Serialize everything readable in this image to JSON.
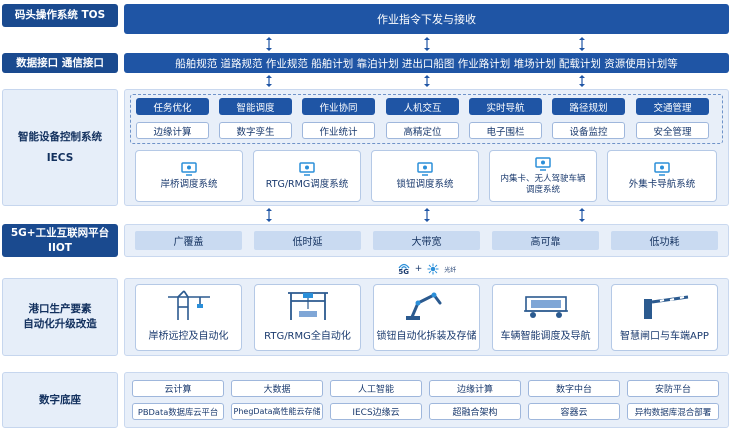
{
  "layers": {
    "tos": {
      "label": "码头操作系统 TOS",
      "band": "作业指令下发与接收"
    },
    "data_interface": {
      "label": "数据接口 通信接口",
      "band": "船舶规范 道路规范 作业规范 船舶计划 靠泊计划 进出口船图 作业路计划 堆场计划 配载计划 资源使用计划等"
    },
    "iecs": {
      "label_line1": "智能设备控制系统",
      "label_line2": "IECS",
      "functions_row1": [
        "任务优化",
        "智能调度",
        "作业协同",
        "人机交互",
        "实时导航",
        "路径规划",
        "交通管理"
      ],
      "functions_row2": [
        "边缘计算",
        "数字孪生",
        "作业统计",
        "高精定位",
        "电子围栏",
        "设备监控",
        "安全管理"
      ],
      "systems": [
        "岸桥调度系统",
        "RTG/RMG调度系统",
        "锁钮调度系统",
        "内集卡、无人驾驶车辆调度系统",
        "外集卡导航系统"
      ]
    },
    "iiot": {
      "label_line1": "5G+工业互联网平台",
      "label_line2": "IIOT",
      "features": [
        "广覆盖",
        "低时延",
        "大带宽",
        "高可靠",
        "低功耗"
      ],
      "link_5g": "5G",
      "link_plus": "+",
      "link_fiber": "光纤"
    },
    "upgrade": {
      "label_line1": "港口生产要素",
      "label_line2": "自动化升级改造",
      "items": [
        "岸桥远控及自动化",
        "RTG/RMG全自动化",
        "锁钮自动化拆装及存储",
        "车辆智能调度及导航",
        "智慧闸口与车端APP"
      ]
    },
    "digital_base": {
      "label": "数字底座",
      "row1": [
        "云计算",
        "大数据",
        "人工智能",
        "边缘计算",
        "数字中台",
        "安防平台"
      ],
      "row2": [
        "PBData数据库云平台",
        "PhegData高性能云存储",
        "IECS边缘云",
        "超融合架构",
        "容器云",
        "异构数据库混合部署"
      ]
    }
  },
  "colors": {
    "primary": "#1f55a5",
    "dark": "#1a4a8f",
    "light": "#e8eff9",
    "accent": "#2b8fd9"
  }
}
